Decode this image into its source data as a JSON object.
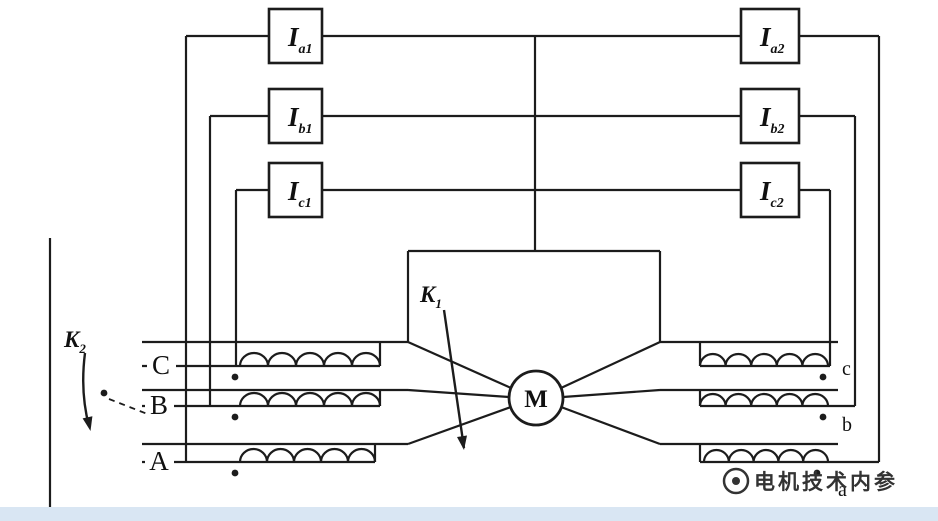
{
  "diagram": {
    "meters_left": [
      {
        "symbol": "I",
        "sub": "a1"
      },
      {
        "symbol": "I",
        "sub": "b1"
      },
      {
        "symbol": "I",
        "sub": "c1"
      }
    ],
    "meters_right": [
      {
        "symbol": "I",
        "sub": "a2"
      },
      {
        "symbol": "I",
        "sub": "b2"
      },
      {
        "symbol": "I",
        "sub": "c2"
      }
    ],
    "switch_k1": {
      "symbol": "K",
      "sub": "1"
    },
    "switch_k2": {
      "symbol": "K",
      "sub": "2"
    },
    "motor_label": "M",
    "phase_labels_left": [
      "C",
      "B",
      "A"
    ],
    "terminal_labels_right": [
      "c",
      "b",
      "a"
    ],
    "watermark_text": "电机技术内参"
  },
  "colors": {
    "background": "#ffffff",
    "line": "#1c1c1c",
    "bottom_bar": "#d9e6f3",
    "watermark": "#333333"
  }
}
